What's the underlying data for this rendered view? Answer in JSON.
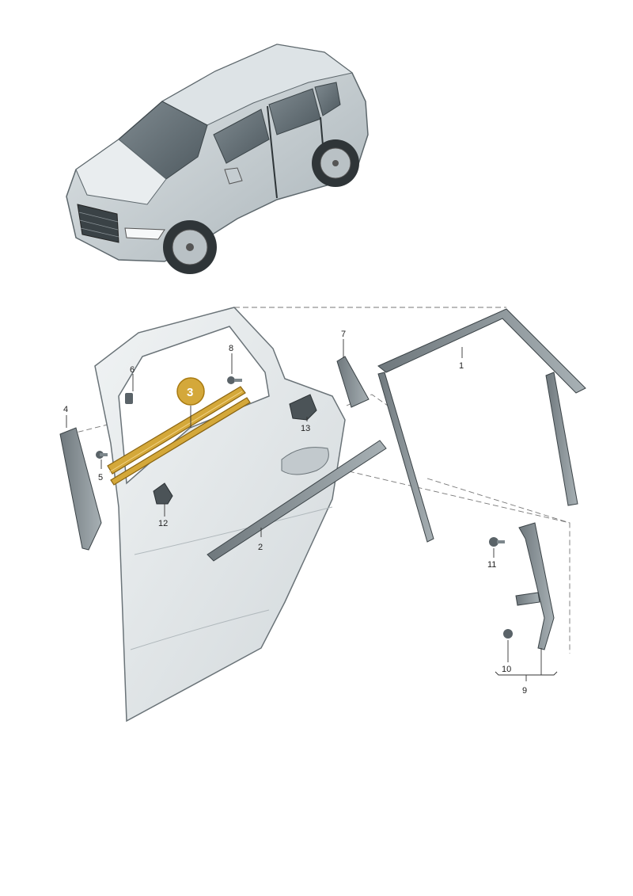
{
  "diagram": {
    "callouts": {
      "c1": "1",
      "c2": "2",
      "c3": "3",
      "c4": "4",
      "c5": "5",
      "c6": "6",
      "c7": "7",
      "c8": "8",
      "c9": "9",
      "c10": "10",
      "c11": "11",
      "c12": "12",
      "c13": "13"
    },
    "highlighted_part": "3"
  },
  "colors": {
    "highlight_fill": "#d4a83a",
    "highlight_stroke": "#a87a10",
    "body_gray": "#cfd6da",
    "part_gray": "#8d979c",
    "line": "#444444"
  }
}
